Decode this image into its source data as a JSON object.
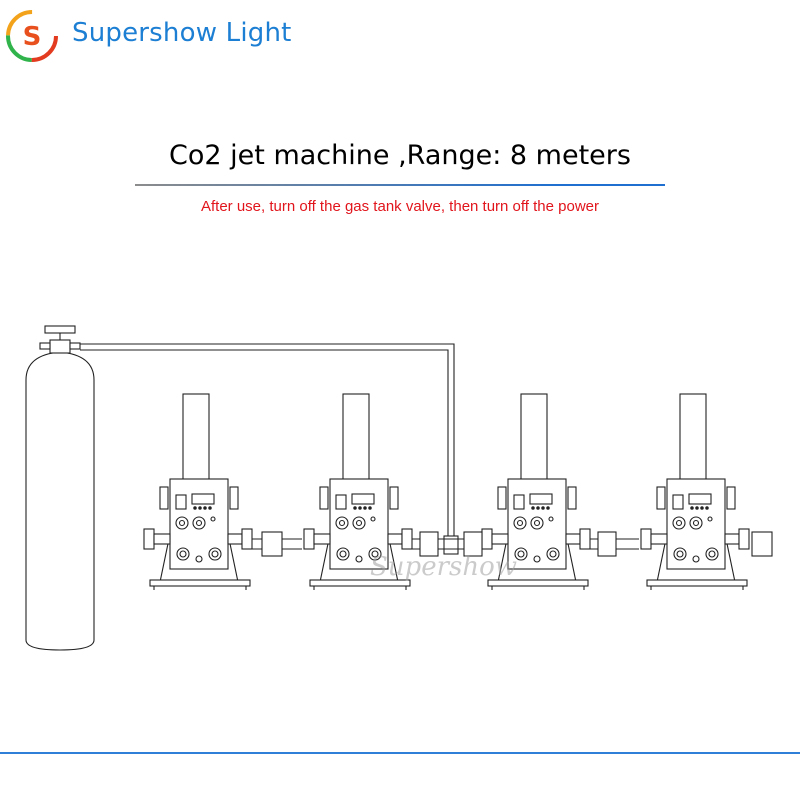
{
  "brand": {
    "logo_letter": "S",
    "name": "Supershow Light",
    "colors": {
      "blue": "#1d7fd3",
      "red": "#e23b1f",
      "green": "#2fb34a",
      "orange": "#f2a31b"
    }
  },
  "header": {
    "title": "Co2 jet machine ,Range: 8 meters",
    "notice": "After use, turn off the gas tank valve, then turn off the power",
    "notice_color": "#e1151c"
  },
  "diagram": {
    "tank_icon": "gas-cylinder-icon",
    "machine_icon": "co2-jet-machine-icon",
    "machine_count": 4,
    "watermark": "Supershow"
  }
}
